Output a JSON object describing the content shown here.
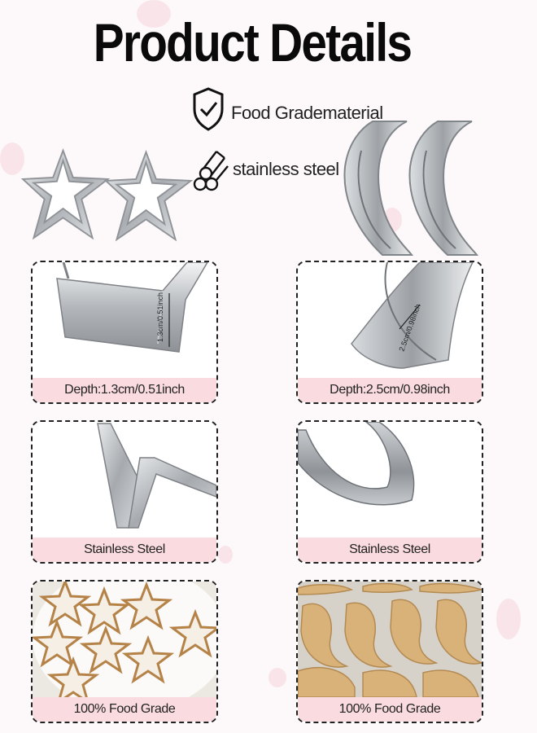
{
  "header": {
    "title": "Product Details"
  },
  "features": [
    {
      "icon": "shield-check-icon",
      "text": "Food Gradematerial"
    },
    {
      "icon": "steel-pipes-icon",
      "text": "stainless steel"
    }
  ],
  "cards": {
    "depth_star": "Depth:1.3cm/0.51inch",
    "depth_moon": "Depth:2.5cm/0.98inch",
    "steel_star": "Stainless Steel",
    "steel_moon": "Stainless Steel",
    "grade_star": "100% Food Grade",
    "grade_moon": "100% Food Grade"
  },
  "measures": {
    "star": "1.3cm/0.51inch",
    "moon": "2.5cm/0.98inch"
  },
  "colors": {
    "label_bg": "#f9dbe0",
    "steel": "#c4c7cb",
    "cookie": "#d9b27a",
    "icing": "#f5efe6"
  }
}
